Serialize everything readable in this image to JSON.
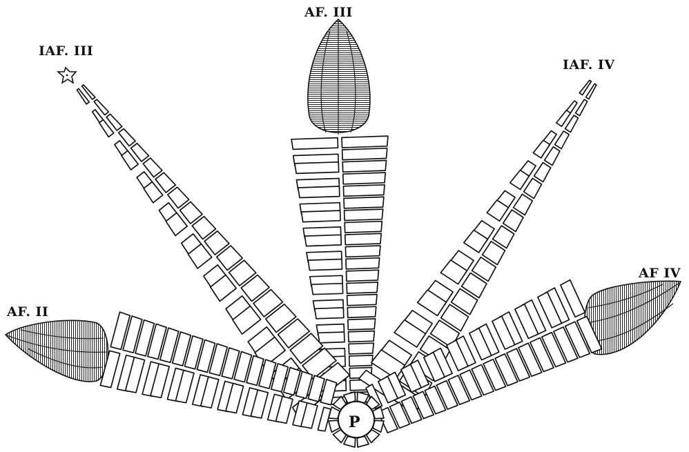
{
  "figure": {
    "labels": {
      "af_iii": "AF. III",
      "iaf_iii": "IAF. III",
      "iaf_iv": "IAF. IV",
      "af_ii": "AF. II",
      "af_iv": "AF IV",
      "p": "P"
    },
    "colors": {
      "ink": "#111111",
      "paper": "#ffffff"
    }
  }
}
